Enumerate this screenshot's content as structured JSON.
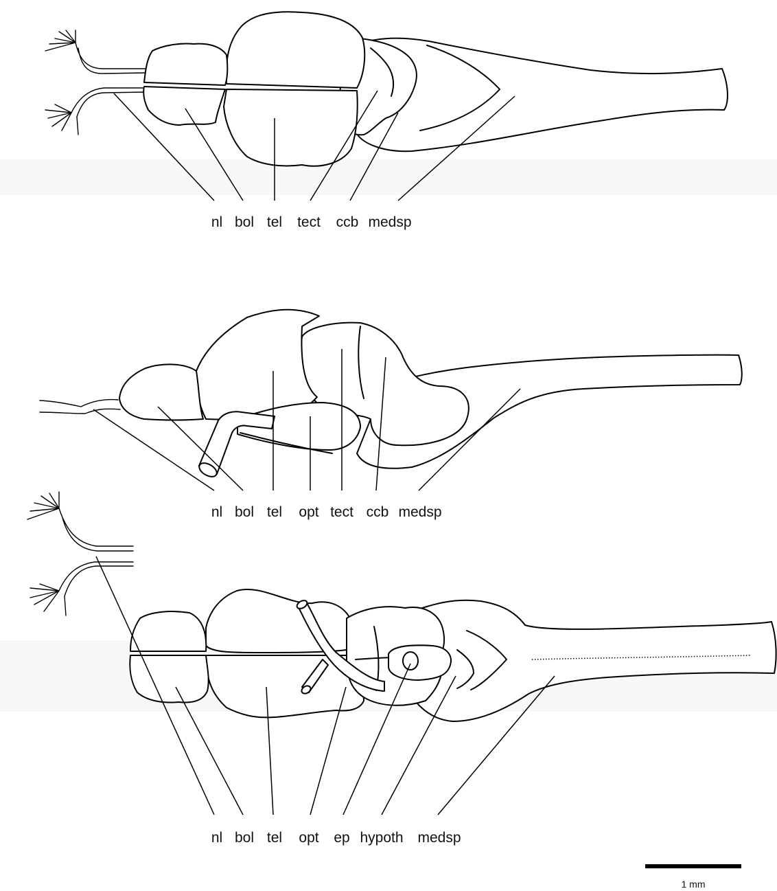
{
  "panels": [
    {
      "view": "dorsal",
      "labels": [
        "nl",
        "bol",
        "tel",
        "tect",
        "ccb",
        "medsp"
      ]
    },
    {
      "view": "lateral",
      "labels": [
        "nl",
        "bol",
        "tel",
        "opt",
        "tect",
        "ccb",
        "medsp"
      ]
    },
    {
      "view": "ventral",
      "labels": [
        "nl",
        "bol",
        "tel",
        "opt",
        "ep",
        "hypoth",
        "medsp"
      ]
    }
  ],
  "scale_bar": {
    "label": "1 mm"
  },
  "colors": {
    "line": "#000000",
    "nerve": "#555555",
    "background": "#ffffff"
  }
}
